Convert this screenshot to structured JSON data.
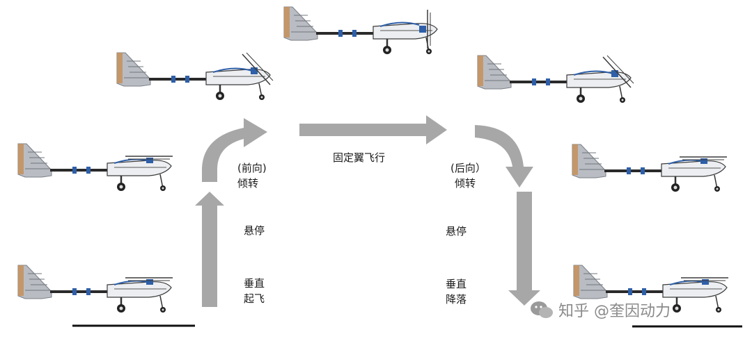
{
  "labels": {
    "fixed_wing_flight": "固定翼飞行",
    "forward_tilt_dir": "(前向)",
    "forward_tilt": "倾转",
    "backward_tilt_dir": "(后向）",
    "backward_tilt": "倾转",
    "hover_left": "悬停",
    "hover_right": "悬停",
    "takeoff_line1": "垂直",
    "takeoff_line2": "起飞",
    "landing_line1": "垂直",
    "landing_line2": "降落"
  },
  "watermark": "知乎 @奎因动力",
  "colors": {
    "arrow": "#a7a7a7",
    "tail": "#b9bdc3",
    "tail_edge": "#c6905c",
    "hub": "#2e5fa8",
    "ground": "#111111"
  }
}
